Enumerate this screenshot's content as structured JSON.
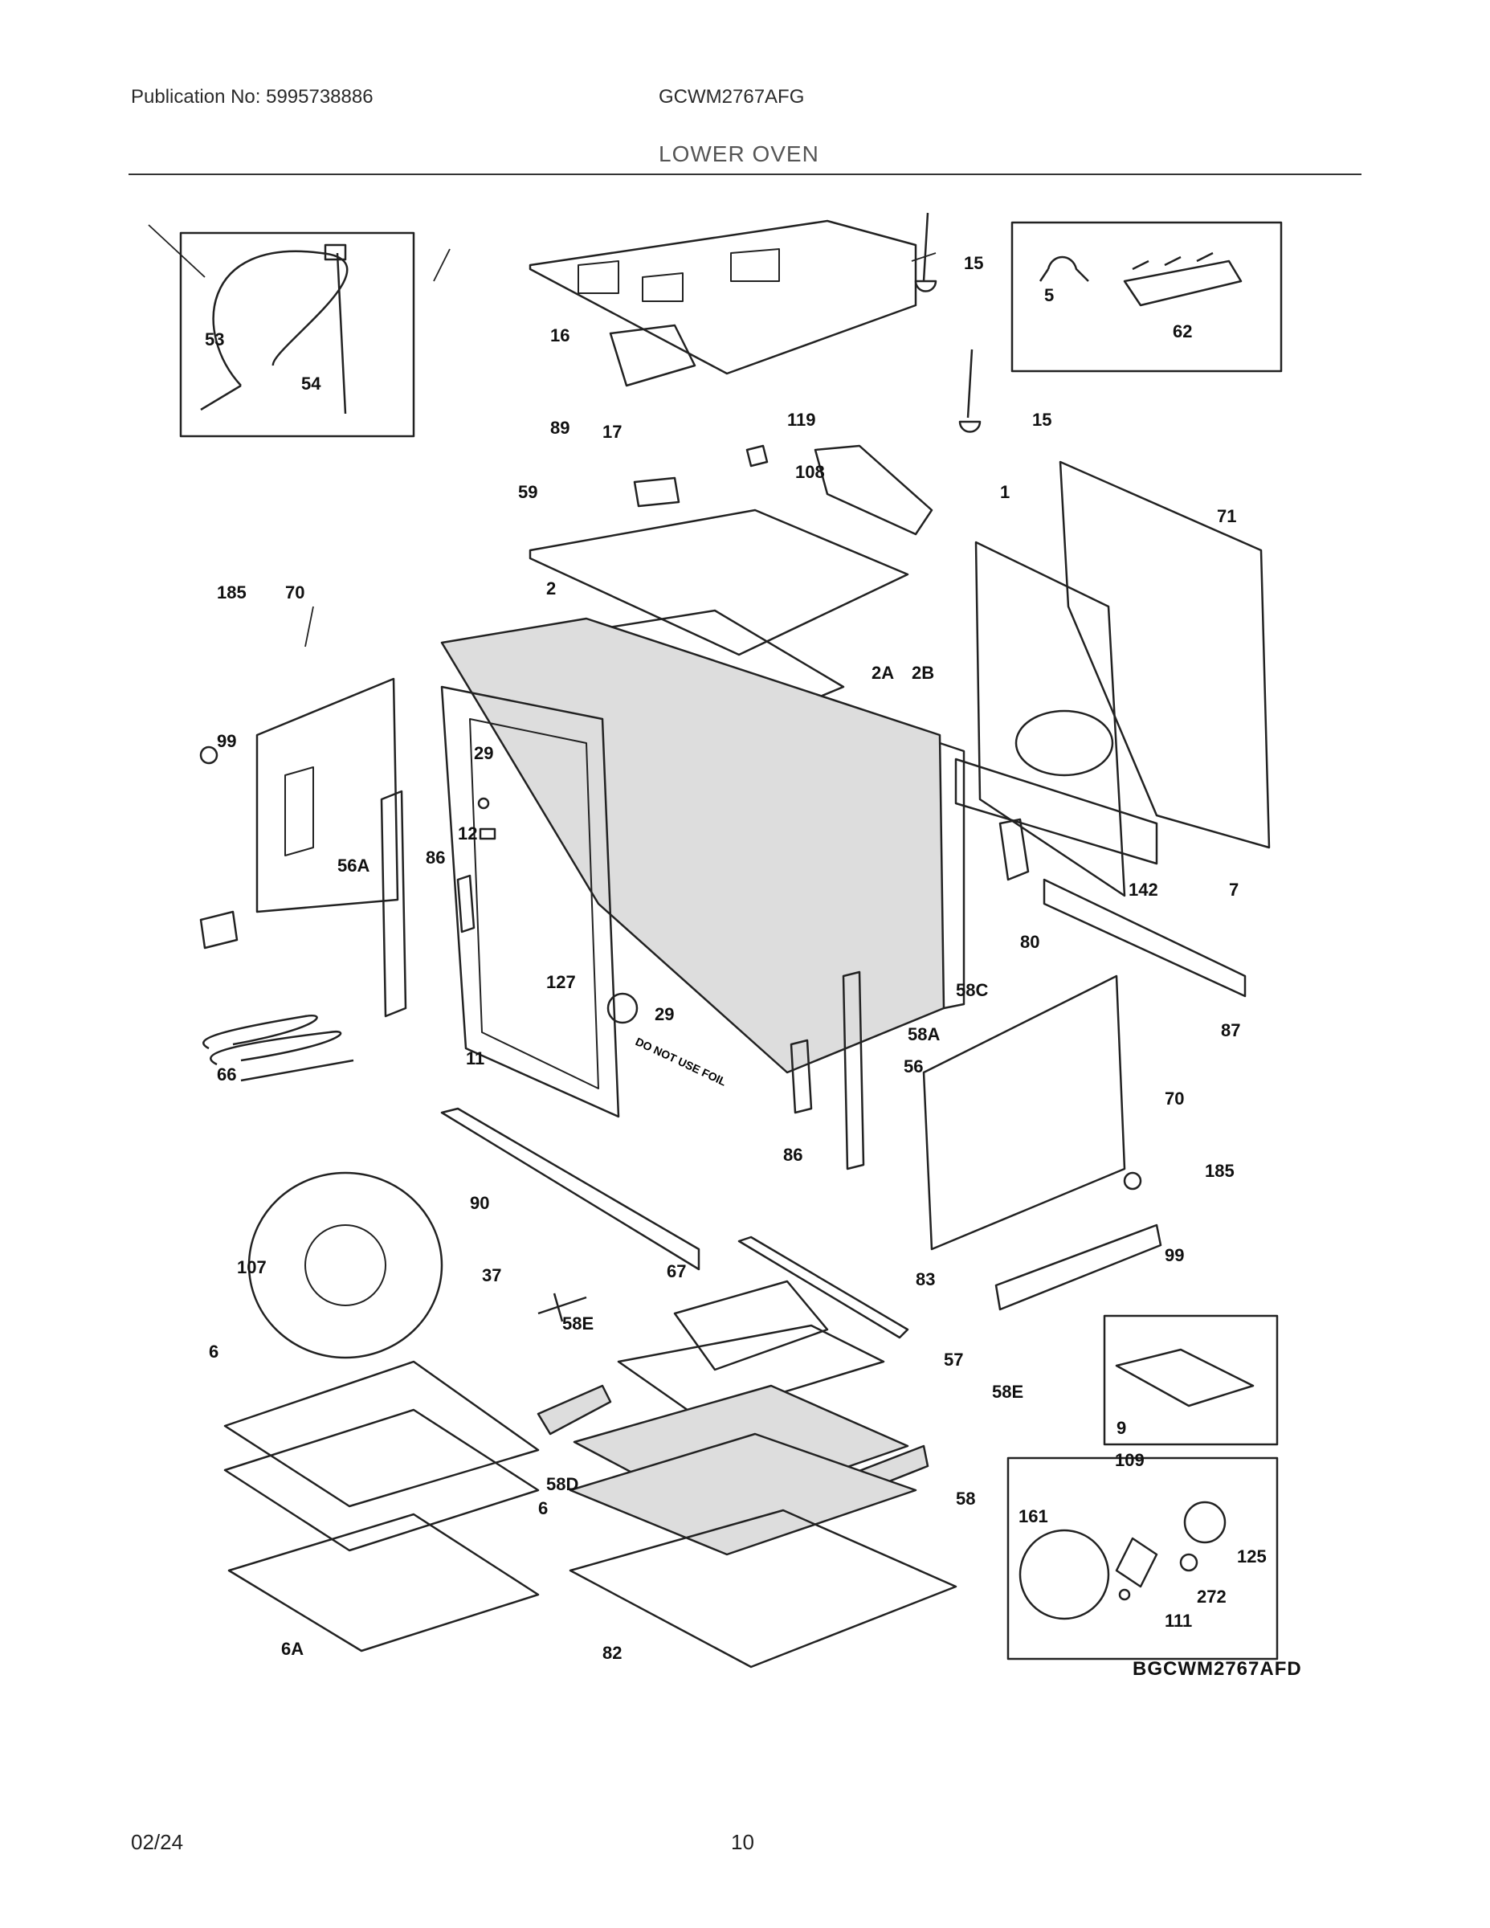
{
  "header": {
    "publication": "Publication No: 5995738886",
    "model": "GCWM2767AFG",
    "section": "LOWER OVEN"
  },
  "diagram": {
    "code": "BGCWM2767AFD",
    "stamp_text": "DO NOT USE FOIL",
    "part_labels": [
      "53",
      "54",
      "16",
      "15",
      "5",
      "62",
      "17",
      "89",
      "119",
      "15",
      "108",
      "59",
      "1",
      "71",
      "185",
      "70",
      "2",
      "2A",
      "2B",
      "99",
      "29",
      "12",
      "56A",
      "86",
      "142",
      "7",
      "80",
      "127",
      "29",
      "66",
      "11",
      "58C",
      "58A",
      "87",
      "56",
      "70",
      "86",
      "185",
      "90",
      "99",
      "107",
      "37",
      "67",
      "83",
      "6",
      "58E",
      "57",
      "58E",
      "9",
      "109",
      "58D",
      "161",
      "6",
      "58",
      "125",
      "272",
      "111",
      "6A",
      "82"
    ]
  },
  "footer": {
    "date": "02/24",
    "page": "10"
  }
}
